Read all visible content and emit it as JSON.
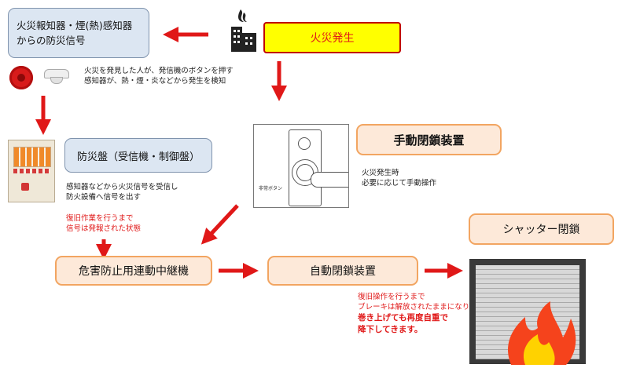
{
  "nodes": {
    "alarm_signal": "火災報知器・煙(熱)感知器\nからの防災信号",
    "fire_outbreak": "火災発生",
    "manual_closing": "手動閉鎖装置",
    "control_panel": "防災盤（受信機・制御盤）",
    "relay": "危害防止用連動中継機",
    "auto_closing": "自動閉鎖装置",
    "shutter_closed": "シャッター閉鎖"
  },
  "notes": {
    "detect": "火災を発見した人が、発信機のボタンを押す\n感知器が、熱・煙・炎などから発生を検知",
    "manual": "火災発生時\n必要に応じて手動操作",
    "panel": "感知器などから火災信号を受信し\n防火設備へ信号を出す",
    "panel_red": "復旧作業を行うまで\n信号は発報された状態",
    "auto_red": "復旧操作を行うまで\nブレーキは解放されたままになり",
    "auto_bold": "巻き上げても再度自重で\n降下してきます。"
  },
  "images": {
    "button_label": "非常ボタン",
    "panel_glyph": "■",
    "building_icon": "building-icon",
    "fire_icon": "fire-icon"
  },
  "colors": {
    "arrow": "#e01818",
    "box_blue": "#dce6f2",
    "box_peach": "#fde9d9",
    "alert_yellow": "#ffff00"
  }
}
